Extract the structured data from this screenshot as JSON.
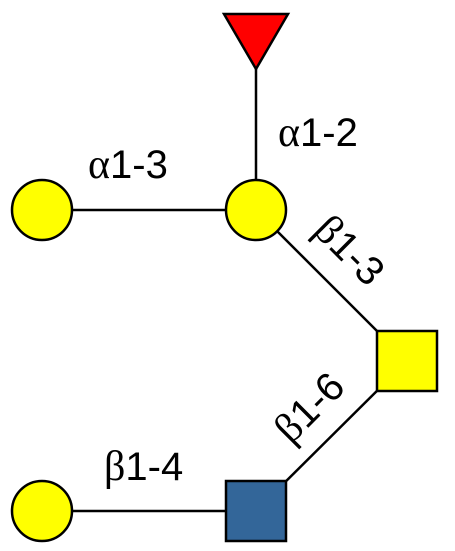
{
  "colors": {
    "galactose_yellow": "#FFFF00",
    "glcnac_blue": "#336699",
    "fucose_red": "#FF0000",
    "outline": "#000000"
  },
  "residues": [
    {
      "id": "fucose",
      "shape": "triangle",
      "color": "#FF0000"
    },
    {
      "id": "galactose-branch",
      "shape": "circle",
      "color": "#FFFF00"
    },
    {
      "id": "galactose-center",
      "shape": "circle",
      "color": "#FFFF00"
    },
    {
      "id": "galactosamine",
      "shape": "square",
      "color": "#FFFF00"
    },
    {
      "id": "glcnac",
      "shape": "square",
      "color": "#336699"
    },
    {
      "id": "galactose-bottom",
      "shape": "circle",
      "color": "#FFFF00"
    }
  ],
  "linkages": {
    "fuc_gal": {
      "anomer": "α",
      "positions": "1-2"
    },
    "gal_gal": {
      "anomer": "α",
      "positions": "1-3"
    },
    "gal_galnac": {
      "anomer": "β",
      "positions": "1-3"
    },
    "galnac_glcnac": {
      "anomer": "β",
      "positions": "1-6"
    },
    "gal_glcnac": {
      "anomer": "β",
      "positions": "1-4"
    }
  }
}
